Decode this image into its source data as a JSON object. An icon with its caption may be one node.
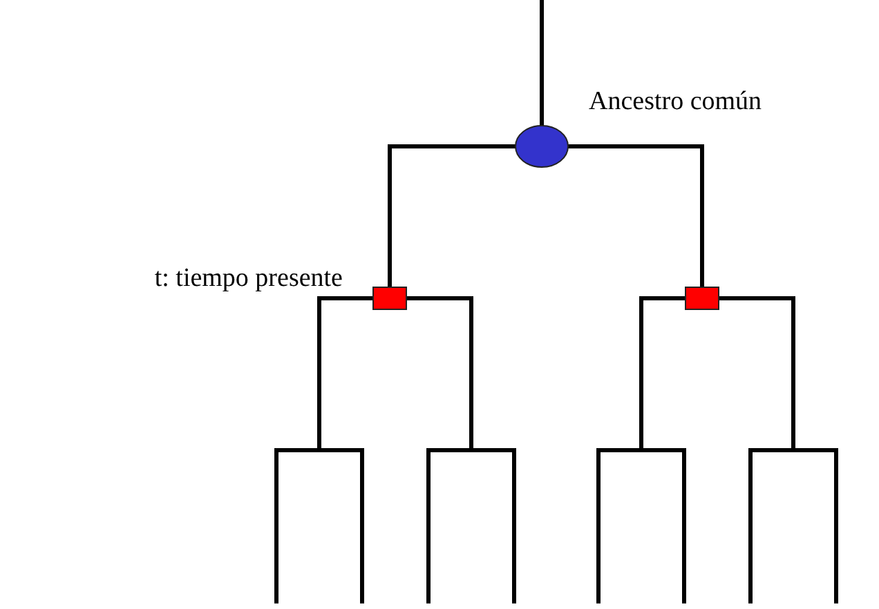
{
  "diagram": {
    "nodes": [
      {
        "text": [],
        "shape": "circle",
        "beside": [
          "Ancestro común"
        ]
      },
      {
        "text": [],
        "shape": "box",
        "beside": [
          "t: tiempo presente"
        ]
      },
      {
        "text": [],
        "shape": "box"
      }
    ],
    "edges": [
      {
        "from": null,
        "to": 0,
        "arrow": "none"
      },
      {
        "from": 0,
        "to": 1,
        "arrow": "none"
      },
      {
        "from": 0,
        "to": 2,
        "arrow": "none"
      },
      {
        "from": 1,
        "to": null,
        "arrow": "none"
      },
      {
        "from": 1,
        "to": null,
        "arrow": "none"
      },
      {
        "from": 1,
        "to": null,
        "arrow": "none"
      },
      {
        "from": 1,
        "to": null,
        "arrow": "none"
      },
      {
        "from": 2,
        "to": null,
        "arrow": "none"
      },
      {
        "from": 2,
        "to": null,
        "arrow": "none"
      },
      {
        "from": 2,
        "to": null,
        "arrow": "none"
      },
      {
        "from": 2,
        "to": null,
        "arrow": "none"
      }
    ]
  }
}
